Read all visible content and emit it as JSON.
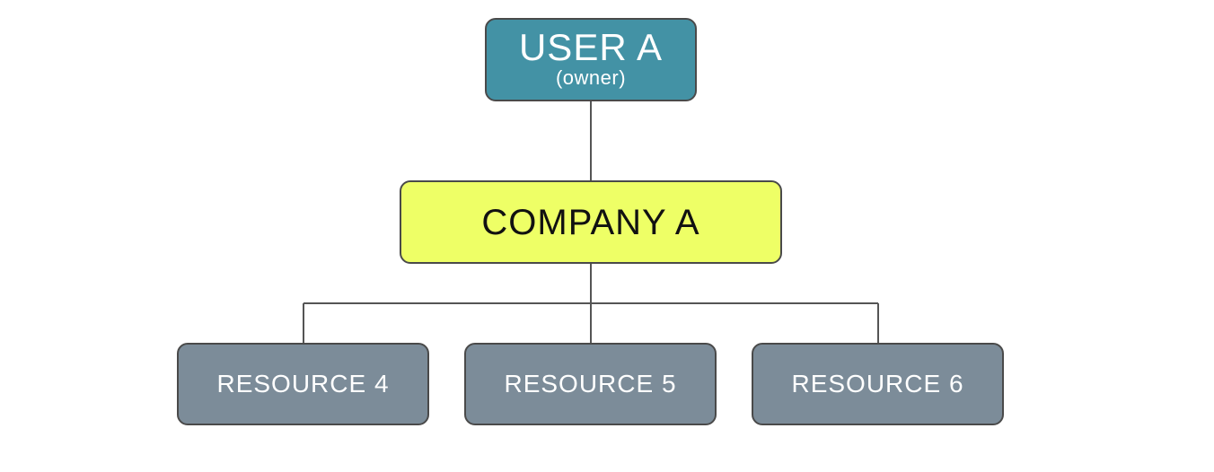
{
  "diagram": {
    "root": {
      "title": "USER A",
      "subtitle": "(owner)"
    },
    "company": {
      "title": "COMPANY A"
    },
    "resources": [
      {
        "label": "RESOURCE 4"
      },
      {
        "label": "RESOURCE 5"
      },
      {
        "label": "RESOURCE 6"
      }
    ],
    "colors": {
      "user_fill": "#4392a5",
      "company_fill": "#eeff66",
      "resource_fill": "#7c8c99",
      "border": "#4a4a4a",
      "connector": "#555555"
    }
  }
}
